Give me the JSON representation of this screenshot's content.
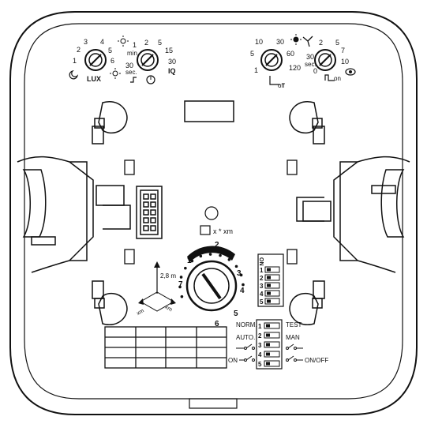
{
  "dial_lux": {
    "ticks": [
      "1",
      "2",
      "3",
      "4",
      "5",
      "6"
    ],
    "unit": "LUX"
  },
  "dial_time_left": {
    "ticks": [
      "1",
      "2",
      "5",
      "15",
      "30",
      "30"
    ],
    "unit_min": "min.",
    "unit_sec": "sec.",
    "unit_iq": "IQ"
  },
  "dial_time_right": {
    "ticks": [
      "10",
      "30",
      "5",
      "60",
      "1",
      "120"
    ],
    "unit_off": "off"
  },
  "dial_ventilation": {
    "ticks": [
      "2",
      "5",
      "30",
      "7",
      "sec.",
      "10",
      "0"
    ],
    "unit_on": "on"
  },
  "range_dial": {
    "ticks": [
      "1",
      "2",
      "3",
      "4",
      "5",
      "6",
      "7"
    ],
    "label_x": "x * xm",
    "height": "2,8 m",
    "axis_a": "xm",
    "axis_b": "xm"
  },
  "dip_switch_top": {
    "on_label": "ON",
    "positions": [
      "1",
      "2",
      "3",
      "4",
      "5"
    ]
  },
  "dip_switch_bottom": {
    "positions": [
      "1",
      "2",
      "3",
      "4",
      "5"
    ],
    "left_labels": [
      "NORM.",
      "AUTO.",
      "",
      "",
      "ON"
    ],
    "right_labels": [
      "TEST",
      "MAN",
      "",
      "",
      "ON/OFF"
    ]
  },
  "colors": {
    "line": "#111111",
    "background": "#ffffff"
  }
}
